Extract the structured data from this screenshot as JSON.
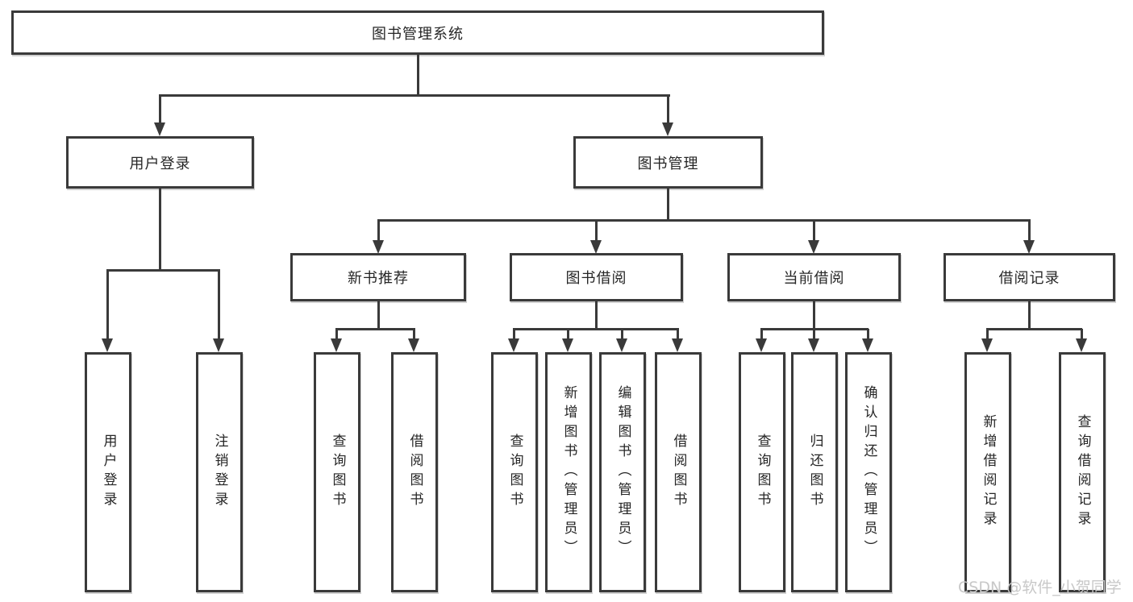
{
  "root": {
    "label": "图书管理系统"
  },
  "level2": [
    {
      "label": "用户登录"
    },
    {
      "label": "图书管理"
    }
  ],
  "level3": [
    {
      "label": "新书推荐",
      "parent": "图书管理"
    },
    {
      "label": "图书借阅",
      "parent": "图书管理"
    },
    {
      "label": "当前借阅",
      "parent": "图书管理"
    },
    {
      "label": "借阅记录",
      "parent": "图书管理"
    }
  ],
  "leaves": [
    {
      "label": "用户登录",
      "parent": "用户登录"
    },
    {
      "label": "注销登录",
      "parent": "用户登录"
    },
    {
      "label": "查询图书",
      "parent": "新书推荐"
    },
    {
      "label": "借阅图书",
      "parent": "新书推荐"
    },
    {
      "label": "查询图书",
      "parent": "图书借阅"
    },
    {
      "label": "新增图书（管理员）",
      "parent": "图书借阅"
    },
    {
      "label": "编辑图书（管理员）",
      "parent": "图书借阅"
    },
    {
      "label": "借阅图书",
      "parent": "图书借阅"
    },
    {
      "label": "查询图书",
      "parent": "当前借阅"
    },
    {
      "label": "归还图书",
      "parent": "当前借阅"
    },
    {
      "label": "确认归还（管理员）",
      "parent": "当前借阅"
    },
    {
      "label": "新增借阅记录",
      "parent": "借阅记录"
    },
    {
      "label": "查询借阅记录",
      "parent": "借阅记录"
    }
  ],
  "watermark": {
    "text": "CSDN @软件_小贺同学"
  },
  "colors": {
    "line": "#3a3a3a",
    "text": "#262626",
    "background": "#ffffff",
    "watermark": "#c8c8c8"
  }
}
